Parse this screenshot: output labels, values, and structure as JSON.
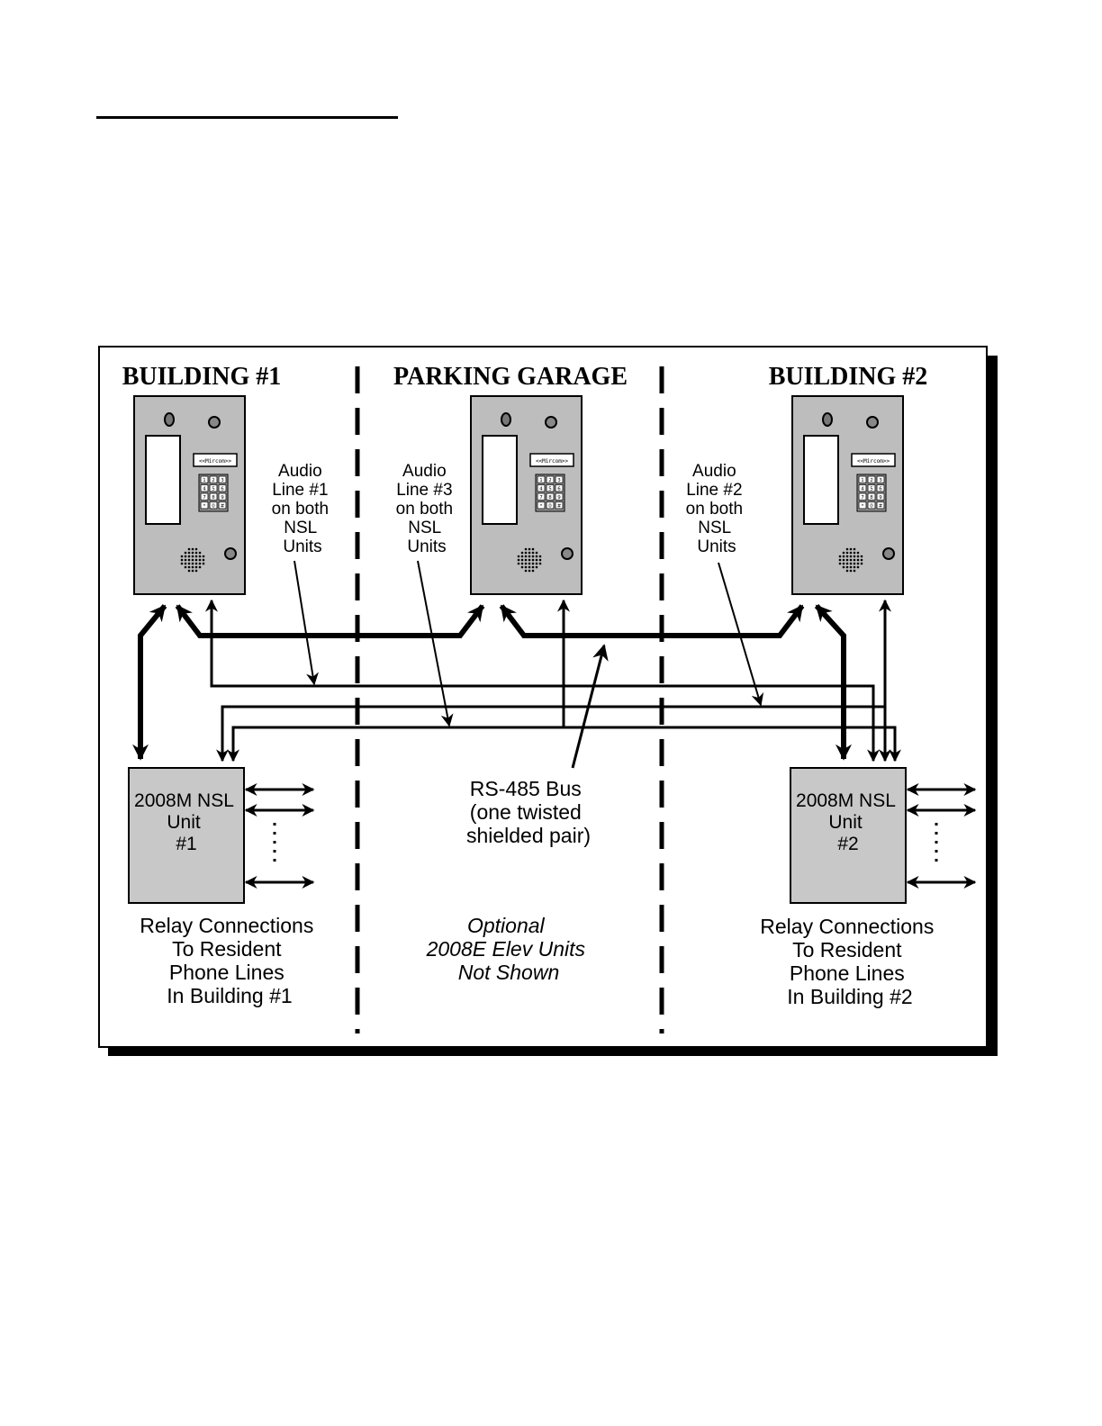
{
  "diagram": {
    "zones": [
      {
        "title": "BUILDING #1"
      },
      {
        "title": "PARKING GARAGE"
      },
      {
        "title": "BUILDING #2"
      }
    ],
    "panel_display_text": "<<Mircom>>",
    "keypad_keys": [
      "1",
      "2",
      "3",
      "4",
      "5",
      "6",
      "7",
      "8",
      "9",
      "*",
      "0",
      "#"
    ],
    "audio_labels": [
      [
        "Audio",
        "Line #1",
        "on both",
        "NSL",
        "Units"
      ],
      [
        "Audio",
        "Line #3",
        "on both",
        "NSL",
        "Units"
      ],
      [
        "Audio",
        "Line #2",
        "on both",
        "NSL",
        "Units"
      ]
    ],
    "bus_label": [
      "RS-485 Bus",
      "(one twisted",
      "shielded pair)"
    ],
    "nsl_units": [
      [
        "2008M NSL",
        "Unit",
        "#1"
      ],
      [
        "2008M NSL",
        "Unit",
        "#2"
      ]
    ],
    "relay_labels": [
      [
        "Relay Connections",
        "To Resident",
        "Phone Lines",
        "In Building #1"
      ],
      [
        "Relay Connections",
        "To Resident",
        "Phone Lines",
        "In Building #2"
      ]
    ],
    "optional_note": [
      "Optional",
      "2008E Elev Units",
      "Not Shown"
    ],
    "colors": {
      "panel_fill": "#bdbdbd",
      "unit_fill": "#c8c8c8",
      "line": "#000000",
      "background": "#ffffff"
    }
  }
}
